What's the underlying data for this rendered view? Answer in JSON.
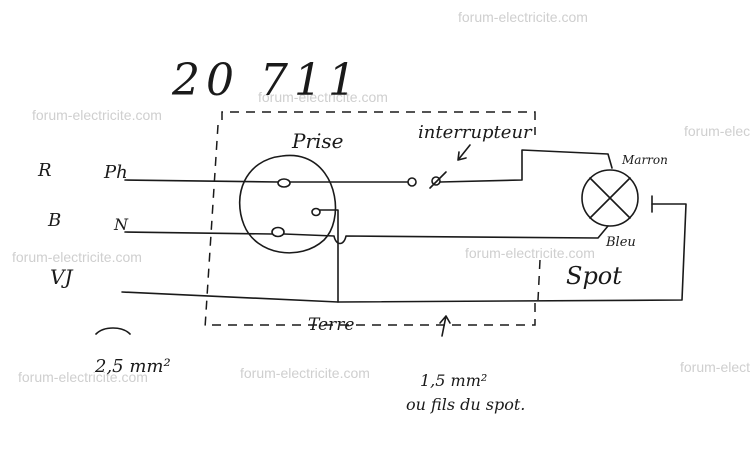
{
  "title": "20 711",
  "labels": {
    "prise": "Prise",
    "interrupteur": "interrupteur",
    "marron": "Marron",
    "bleu": "Bleu",
    "spot": "Spot",
    "terre": "Terre",
    "phase": "Ph",
    "neutre": "N"
  },
  "wire_colors": {
    "r": "R",
    "b": "B",
    "vj": "VJ"
  },
  "section_main": "2,5 mm²",
  "section_spot_1": "1,5 mm²",
  "section_spot_2": "ou fils du spot.",
  "watermark": "forum-electricite.com"
}
